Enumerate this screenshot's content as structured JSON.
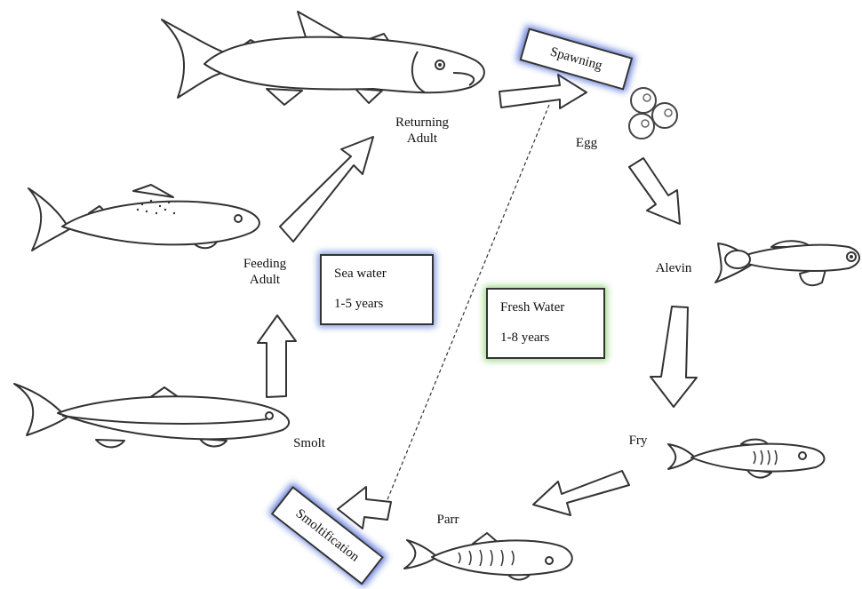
{
  "stages": {
    "returning_adult": "Returning\nAdult",
    "egg": "Egg",
    "alevin": "Alevin",
    "fry": "Fry",
    "parr": "Parr",
    "smolt": "Smolt",
    "feeding_adult": "Feeding\nAdult"
  },
  "processes": {
    "spawning": "Spawning",
    "smoltification": "Smoltification"
  },
  "habitats": {
    "sea": {
      "title": "Sea water",
      "duration": "1-5 years",
      "glow_color": "#3a63c9"
    },
    "fresh": {
      "title": "Fresh Water",
      "duration": "1-8 years",
      "glow_color": "#6cc24a"
    }
  },
  "colors": {
    "outline": "#333333",
    "arrow_fill": "#ffffff",
    "process_glow": "#2f4fd0"
  }
}
